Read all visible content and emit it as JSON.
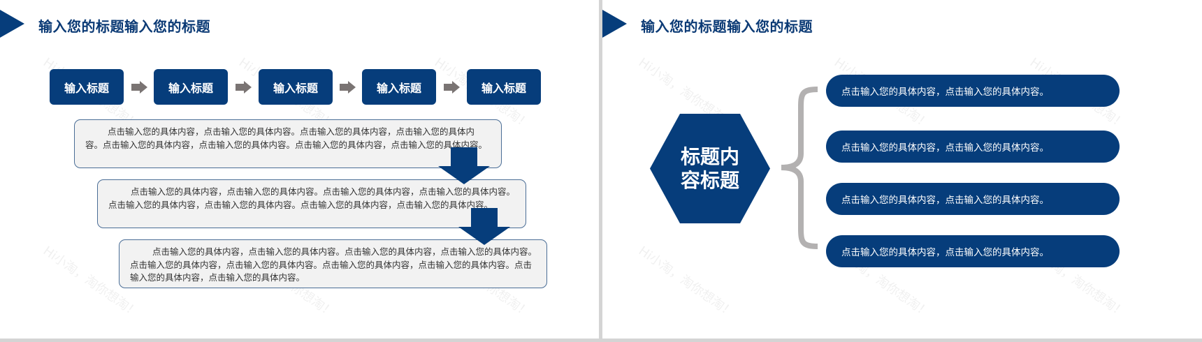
{
  "colors": {
    "primary": "#063d7b",
    "title_text": "#0b3a75",
    "arrow_gray": "#7a7473",
    "box_fill": "#f2f2f2",
    "brace_gray": "#b3b1b1",
    "frame_gray": "#d4d4d4"
  },
  "watermark_text": "Hi小淘，淘你想淘！",
  "slide_left": {
    "title": "输入您的标题输入您的标题",
    "title_icon": "triangle-marker-icon",
    "steps": [
      {
        "label": "输入标题"
      },
      {
        "label": "输入标题"
      },
      {
        "label": "输入标题"
      },
      {
        "label": "输入标题"
      },
      {
        "label": "输入标题"
      }
    ],
    "step_connector_icon": "arrow-right-icon",
    "text_boxes": [
      {
        "text": "点击输入您的具体内容，点击输入您的具体内容。点击输入您的具体内容，点击输入您的具体内容。点击输入您的具体内容，点击输入您的具体内容。点击输入您的具体内容，点击输入您的具体内容。"
      },
      {
        "text": "点击输入您的具体内容，点击输入您的具体内容。点击输入您的具体内容，点击输入您的具体内容。点击输入您的具体内容，点击输入您的具体内容。点击输入您的具体内容，点击输入您的具体内容。"
      },
      {
        "text": "点击输入您的具体内容，点击输入您的具体内容。点击输入您的具体内容，点击输入您的具体内容。点击输入您的具体内容，点击输入您的具体内容。点击输入您的具体内容，点击输入您的具体内容。点击输入您的具体内容，点击输入您的具体内容。"
      }
    ],
    "box_connector_icon": "arrow-down-icon"
  },
  "slide_right": {
    "title": "输入您的标题输入您的标题",
    "title_icon": "triangle-marker-icon",
    "hexagon_label": "标题内容标题",
    "brace_icon": "curly-brace-icon",
    "items": [
      {
        "text": "点击输入您的具体内容，点击输入您的具体内容。"
      },
      {
        "text": "点击输入您的具体内容，点击输入您的具体内容。"
      },
      {
        "text": "点击输入您的具体内容，点击输入您的具体内容。"
      },
      {
        "text": "点击输入您的具体内容，点击输入您的具体内容。"
      }
    ]
  }
}
